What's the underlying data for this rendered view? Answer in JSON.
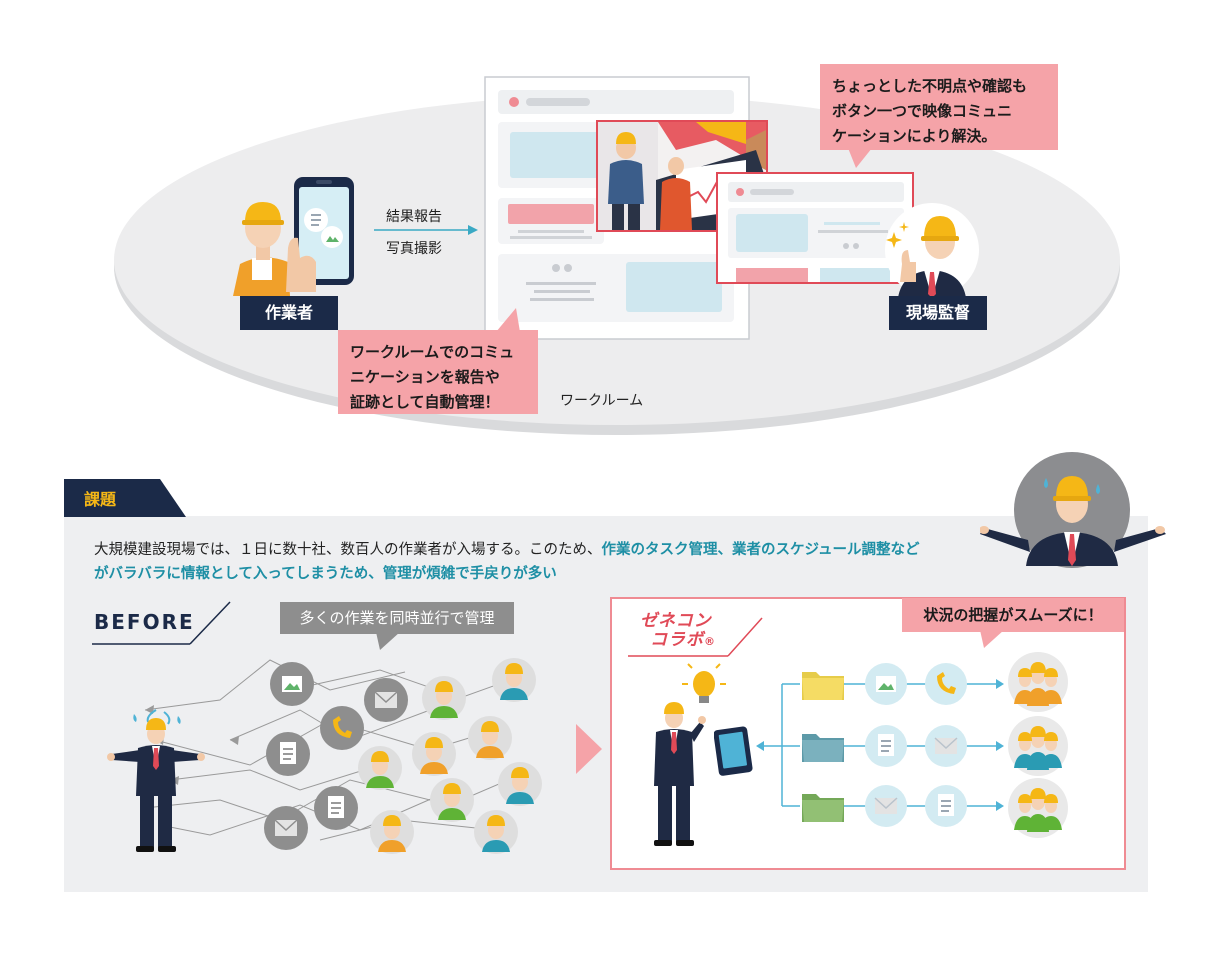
{
  "top": {
    "worker_label": "作業者",
    "supervisor_label": "現場監督",
    "arrow_label_1": "結果報告",
    "arrow_label_2": "写真撮影",
    "room_label": "ワークルーム",
    "callout_left": [
      "ワークルームでのコミュ",
      "ニケーションを報告や",
      "証跡として自動管理！"
    ],
    "callout_right": [
      "ちょっとした不明点や確認も",
      "ボタン一つで映像コミュニ",
      "ケーションにより解決。"
    ]
  },
  "issue": {
    "tab_label": "課題",
    "desc_plain_1": "大規模建設現場では、１日に数十社、数百人の作業者が入場する。このため、",
    "desc_highlight_1": "作業のタスク管理、業者のスケジュール調整など",
    "desc_highlight_2": "がバラバラに情報として入ってしまうため、管理が煩雑で手戻りが多い"
  },
  "before": {
    "label": "BEFORE",
    "bubble": "多くの作業を同時並行で管理"
  },
  "after": {
    "logo_line_1": "ゼネコン",
    "logo_line_2": "コラボ",
    "logo_mark": "®",
    "bubble": "状況の把握がスムーズに！"
  },
  "colors": {
    "navy": "#1b2a48",
    "pink": "#f5a3a8",
    "accent_red": "#e04a57",
    "teal": "#1e8fa5",
    "helmet": "#f5b716",
    "light_gray": "#eeeff1"
  }
}
